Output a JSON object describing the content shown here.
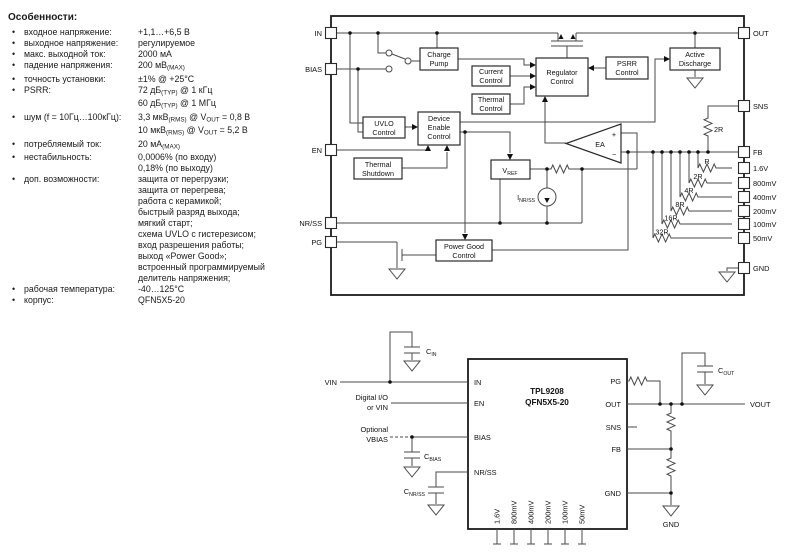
{
  "features": {
    "title": "Особенности:",
    "bullet_char": "•",
    "rows": [
      {
        "bullet": true,
        "label": "входное напряжение:",
        "parts": [
          {
            "t": "+1,1…+6,5 В"
          }
        ]
      },
      {
        "bullet": true,
        "label": "выходное напряжение:",
        "parts": [
          {
            "t": "регулируемое"
          }
        ]
      },
      {
        "bullet": true,
        "label": "макс. выходной ток:",
        "parts": [
          {
            "t": "2000 мА"
          }
        ]
      },
      {
        "bullet": true,
        "label": "падение напряжения:",
        "parts": [
          {
            "t": "200 мВ"
          },
          {
            "t": "(MAX)",
            "s": true
          }
        ]
      },
      {
        "bullet": true,
        "label": "точность установки:",
        "parts": [
          {
            "t": "±1% @ +25°C"
          }
        ]
      },
      {
        "bullet": true,
        "label": "PSRR:",
        "parts": [
          {
            "t": "72 дБ"
          },
          {
            "t": "(TYP)",
            "s": true
          },
          {
            "t": " @ 1 кГц"
          }
        ]
      },
      {
        "bullet": false,
        "label": "",
        "parts": [
          {
            "t": "60 дБ"
          },
          {
            "t": "(TYP)",
            "s": true
          },
          {
            "t": " @ 1 МГц"
          }
        ]
      },
      {
        "bullet": true,
        "label": "шум (f = 10Гц…100кГц):",
        "parts": [
          {
            "t": "3,3 мкВ"
          },
          {
            "t": "(RMS)",
            "s": true
          },
          {
            "t": " @ V"
          },
          {
            "t": "OUT",
            "s": true
          },
          {
            "t": " = 0,8 В"
          }
        ]
      },
      {
        "bullet": false,
        "label": "",
        "parts": [
          {
            "t": "10 мкВ"
          },
          {
            "t": "(RMS)",
            "s": true
          },
          {
            "t": " @ V"
          },
          {
            "t": "OUT",
            "s": true
          },
          {
            "t": " = 5,2 В"
          }
        ]
      },
      {
        "bullet": true,
        "label": "потребляемый ток:",
        "parts": [
          {
            "t": "20 мА"
          },
          {
            "t": "(MAX)",
            "s": true
          }
        ]
      },
      {
        "bullet": true,
        "label": "нестабильность:",
        "parts": [
          {
            "t": "0,0006% (по входу)"
          }
        ]
      },
      {
        "bullet": false,
        "label": "",
        "parts": [
          {
            "t": "0,18% (по выходу)"
          }
        ]
      },
      {
        "bullet": true,
        "label": "доп. возможности:",
        "parts": [
          {
            "t": "защита от перегрузки;"
          }
        ]
      },
      {
        "bullet": false,
        "label": "",
        "parts": [
          {
            "t": "защита от перегрева;"
          }
        ]
      },
      {
        "bullet": false,
        "label": "",
        "parts": [
          {
            "t": "работа с керамикой;"
          }
        ]
      },
      {
        "bullet": false,
        "label": "",
        "parts": [
          {
            "t": "быстрый разряд выхода;"
          }
        ]
      },
      {
        "bullet": false,
        "label": "",
        "parts": [
          {
            "t": "мягкий старт;"
          }
        ]
      },
      {
        "bullet": false,
        "label": "",
        "parts": [
          {
            "t": "схема UVLO с гистерезисом;"
          }
        ]
      },
      {
        "bullet": false,
        "label": "",
        "parts": [
          {
            "t": "вход разрешения работы;"
          }
        ]
      },
      {
        "bullet": false,
        "label": "",
        "parts": [
          {
            "t": "выход «Power Good»;"
          }
        ]
      },
      {
        "bullet": false,
        "label": "",
        "parts": [
          {
            "t": "встроенный программируемый"
          }
        ]
      },
      {
        "bullet": false,
        "label": "",
        "parts": [
          {
            "t": "делитель напряжения;"
          }
        ]
      },
      {
        "bullet": true,
        "label": "рабочая температура:",
        "parts": [
          {
            "t": "-40…125°C"
          }
        ]
      },
      {
        "bullet": true,
        "label": "корпус:",
        "parts": [
          {
            "t": "QFN5X5-20"
          }
        ]
      }
    ]
  },
  "bd": {
    "pins_left": [
      "IN",
      "BIAS",
      "EN",
      "NR/SS",
      "PG"
    ],
    "pins_right": [
      "OUT",
      "SNS",
      "FB",
      "1.6V",
      "800mV",
      "400mV",
      "200mV",
      "100mV",
      "50mV",
      "GND"
    ],
    "blocks": {
      "charge_pump": [
        "Charge",
        "Pump"
      ],
      "current_control": [
        "Current",
        "Control"
      ],
      "thermal_control": [
        "Thermal",
        "Control"
      ],
      "regulator_control": [
        "Regulator",
        "Control"
      ],
      "psrr_control": [
        "PSRR",
        "Control"
      ],
      "active_discharge": [
        "Active",
        "Discharge"
      ],
      "uvlo_control": [
        "UVLO",
        "Control"
      ],
      "device_enable": [
        "Device",
        "Enable",
        "Control"
      ],
      "thermal_shutdown": [
        "Thermal",
        "Shutdown"
      ],
      "power_good": [
        "Power Good",
        "Control"
      ]
    },
    "ea": "EA",
    "plus": "+",
    "minus": "−",
    "vref": {
      "base": "V",
      "sub": "REF"
    },
    "inrss": {
      "base": "I",
      "sub": "NR/SS"
    },
    "r_sns": "2R",
    "ladder": [
      "R",
      "2R",
      "4R",
      "8R",
      "16R",
      "32R"
    ]
  },
  "ac": {
    "ic": [
      "TPL9208",
      "QFN5X5-20"
    ],
    "pins_left": [
      "IN",
      "EN",
      "BIAS",
      "NR/SS"
    ],
    "pins_right": [
      "PG",
      "OUT",
      "SNS",
      "FB",
      "GND"
    ],
    "pins_bottom": [
      "1.6V",
      "800mV",
      "400mV",
      "200mV",
      "100mV",
      "50mV"
    ],
    "vin": "VIN",
    "en_label": [
      "Digital I/O",
      "or VIN"
    ],
    "bias_label": [
      "Optional",
      "VBIAS"
    ],
    "vout": "VOUT",
    "gnd": "GND",
    "caps": {
      "cin": {
        "base": "C",
        "sub": "IN"
      },
      "cbias": {
        "base": "C",
        "sub": "BIAS"
      },
      "cnrss": {
        "base": "C",
        "sub": "NR/SS"
      },
      "cout": {
        "base": "C",
        "sub": "OUT"
      }
    }
  },
  "colors": {
    "ink": "#111111",
    "wire": "#4a4a4a",
    "background": "#ffffff"
  }
}
